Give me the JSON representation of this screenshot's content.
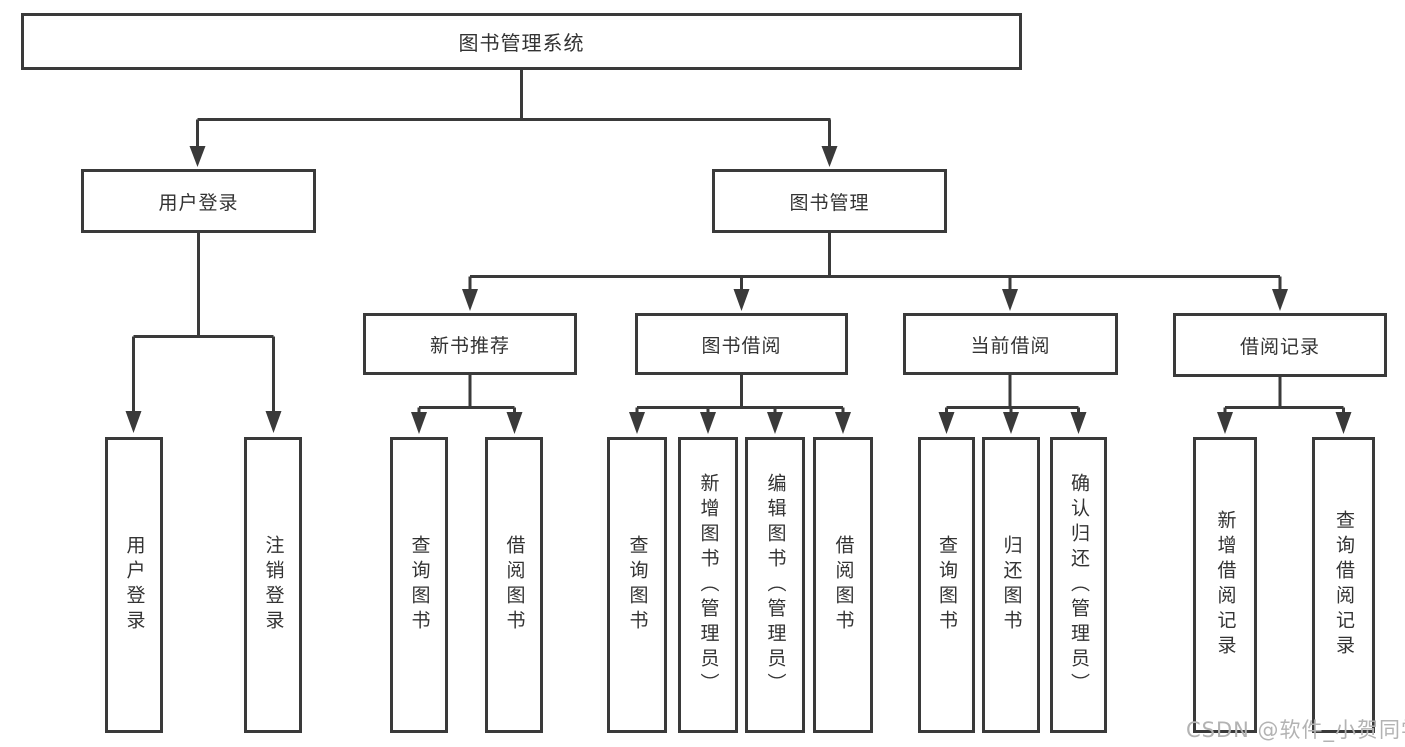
{
  "diagram": {
    "root": {
      "label": "图书管理系统"
    },
    "level2": [
      {
        "label": "用户登录"
      },
      {
        "label": "图书管理"
      }
    ],
    "level3": [
      {
        "label": "新书推荐"
      },
      {
        "label": "图书借阅"
      },
      {
        "label": "当前借阅"
      },
      {
        "label": "借阅记录"
      }
    ],
    "leaves": {
      "login": [
        "用户登录",
        "注销登录"
      ],
      "newbook": [
        "查询图书",
        "借阅图书"
      ],
      "borrow": [
        "查询图书",
        "新增图书（管理员）",
        "编辑图书（管理员）",
        "借阅图书"
      ],
      "current": [
        "查询图书",
        "归还图书",
        "确认归还（管理员）"
      ],
      "records": [
        "新增借阅记录",
        "查询借阅记录"
      ]
    }
  },
  "watermark": {
    "text": "CSDN @软件_小贺同学"
  },
  "colors": {
    "line": "#3a3a3a",
    "text": "#333333",
    "background": "#ffffff",
    "watermark": "#b3b3b3"
  }
}
